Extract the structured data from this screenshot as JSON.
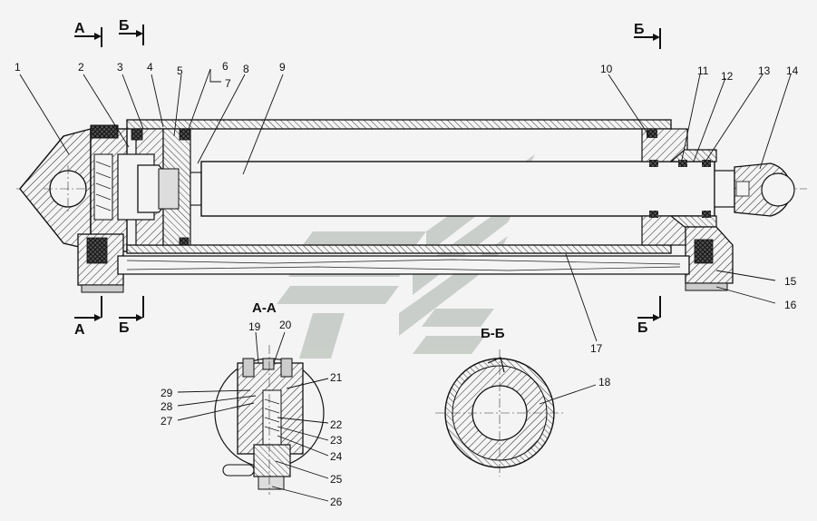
{
  "section_marks": {
    "a_top": "А",
    "b_top_left": "Б",
    "b_top_right": "Б",
    "a_bottom": "А",
    "b_bottom_left": "Б",
    "b_bottom_right": "Б"
  },
  "view_titles": {
    "section_aa": "А-А",
    "section_bb": "Б-Б"
  },
  "callouts": [
    "1",
    "2",
    "3",
    "4",
    "5",
    "6",
    "7",
    "8",
    "9",
    "10",
    "11",
    "12",
    "13",
    "14",
    "15",
    "16",
    "17",
    "18",
    "19",
    "20",
    "21",
    "22",
    "23",
    "24",
    "25",
    "26",
    "27",
    "28",
    "29"
  ]
}
